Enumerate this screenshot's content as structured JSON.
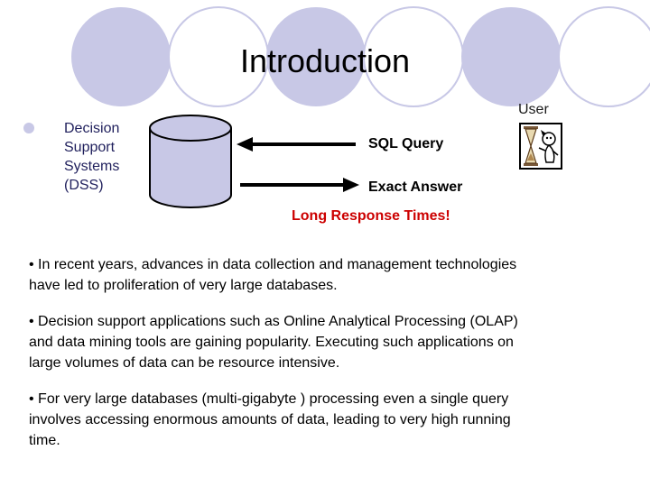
{
  "slide": {
    "title": "Introduction",
    "user_label": "User",
    "dss": {
      "lines": [
        "Decision",
        "Support",
        "Systems",
        "(DSS)"
      ]
    },
    "sql_query_label": "SQL Query",
    "exact_answer_label": "Exact Answer",
    "long_response_label": "Long Response Times!",
    "paragraphs": [
      {
        "lines": [
          "• In recent years, advances in data collection and management technologies",
          "  have led to proliferation of very large databases."
        ]
      },
      {
        "lines": [
          "• Decision support applications such as Online Analytical Processing (OLAP)",
          "   and data mining tools are gaining popularity. Executing such applications on",
          "   large volumes of data can be resource   intensive."
        ]
      },
      {
        "lines": [
          "•  For  very large databases (multi-gigabyte ) processing even a single query",
          "   involves  accessing enormous amounts of data, leading to very high running",
          "   time."
        ]
      }
    ]
  },
  "icons": {
    "database": "database-icon",
    "user": "user-icon",
    "bullet": "bullet-icon",
    "arrow_left": "arrow-left-icon",
    "arrow_right": "arrow-right-icon"
  },
  "colors": {
    "circle_fill": "#c8c8e6",
    "dss_text": "#1f1f5c",
    "long_response": "#cc0000",
    "bullet": "#c8c8e6"
  }
}
